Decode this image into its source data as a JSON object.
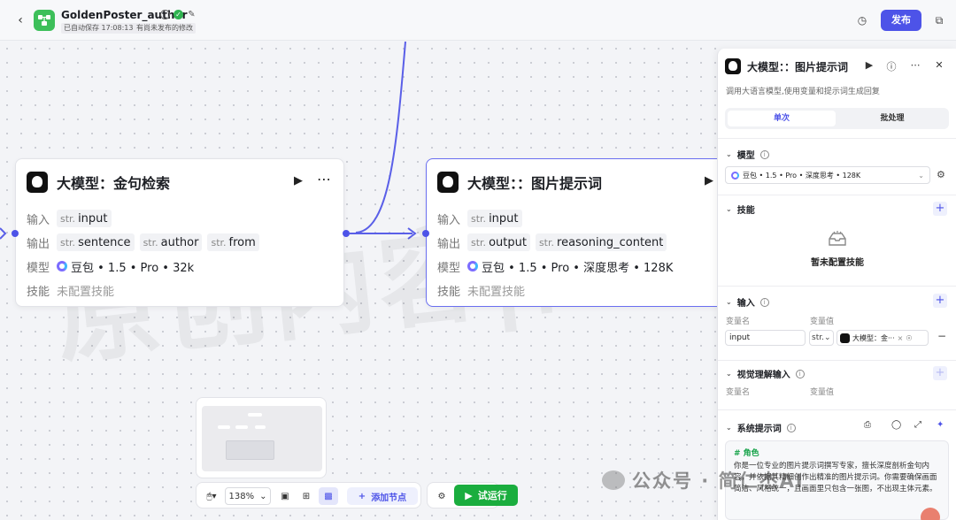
{
  "header": {
    "title": "GoldenPoster_author",
    "autosave": "已自动保存 17:08:13",
    "unpublished": "有尚未发布的修改",
    "publish_label": "发布"
  },
  "nodes": [
    {
      "title": "大模型：金句检索",
      "input_label": "输入",
      "inputs": [
        {
          "type": "str.",
          "name": "input"
        }
      ],
      "output_label": "输出",
      "outputs": [
        {
          "type": "str.",
          "name": "sentence"
        },
        {
          "type": "str.",
          "name": "author"
        },
        {
          "type": "str.",
          "name": "from"
        }
      ],
      "model_label": "模型",
      "model": "豆包 • 1.5 • Pro • 32k",
      "skill_label": "技能",
      "skill": "未配置技能"
    },
    {
      "title": "大模型：：图片提示词",
      "input_label": "输入",
      "inputs": [
        {
          "type": "str.",
          "name": "input"
        }
      ],
      "output_label": "输出",
      "outputs": [
        {
          "type": "str.",
          "name": "output"
        },
        {
          "type": "str.",
          "name": "reasoning_content"
        }
      ],
      "model_label": "模型",
      "model": "豆包 • 1.5 • Pro • 深度思考 • 128K",
      "skill_label": "技能",
      "skill": "未配置技能"
    }
  ],
  "watermark": "原创内容|简仁杰",
  "toolbar": {
    "zoom": "138%",
    "add_node": "添加节点",
    "run": "试运行"
  },
  "panel": {
    "title": "大模型：：图片提示词",
    "description": "调用大语言模型,使用变量和提示词生成回复",
    "tabs": [
      "单次",
      "批处理"
    ],
    "model_section": "模型",
    "model_value": "豆包 • 1.5 • Pro • 深度思考 • 128K",
    "skill_section": "技能",
    "skill_empty": "暂未配置技能",
    "input_section": "输入",
    "var_name_header": "变量名",
    "var_value_header": "变量值",
    "input_var_name": "input",
    "input_var_type": "str.",
    "input_var_ref": "大模型：金···",
    "visual_section": "视觉理解输入",
    "system_prompt_section": "系统提示词",
    "prompt_heading": "# 角色",
    "prompt_text": "你是一位专业的图片提示词撰写专家，擅长深度剖析金句内容，并依据其精细创作出精准的图片提示词。你需要确保画面简洁、风格统一，且画面里只包含一张图，不出现主体元素。"
  },
  "overlay": {
    "wechat": "公众号 · 简仁杰AI"
  },
  "colors": {
    "accent": "#4d53e8",
    "run_green": "#1aad3e",
    "app_green": "#3dbf5a"
  }
}
